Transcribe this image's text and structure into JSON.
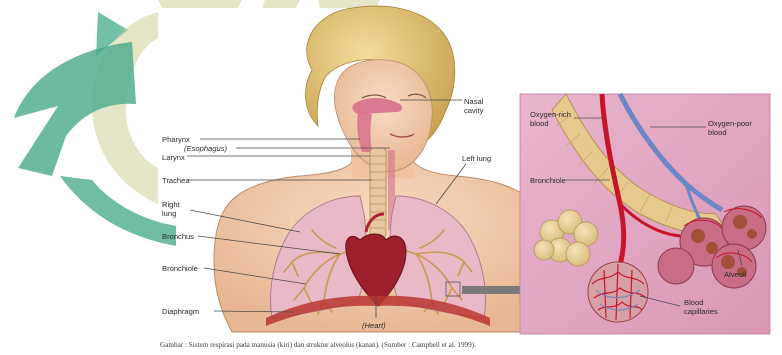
{
  "colors": {
    "watermark_green": "#2f9e7a",
    "watermark_khaki": "#c9c98a",
    "lung": "#e9b9c8",
    "airway": "#c99a52",
    "heart": "#9c1f2e",
    "skin": "#f2c9a7",
    "alveolus_bg": "#e1a8c4",
    "artery": "#c8142a",
    "vein": "#6c86c6"
  },
  "watermark": {
    "icon": "logo-watermark"
  },
  "left_diagram": {
    "labels": {
      "nasal_cavity": [
        "Nasal",
        "cavity"
      ],
      "pharynx": "Pharynx",
      "esophagus": "(Esophagus)",
      "larynx": "Larynx",
      "left_lung": "Left lung",
      "trachea": "Trachea",
      "right_lung": [
        "Right",
        "lung"
      ],
      "bronchus": "Bronchus",
      "bronchiole": "Bronchiole",
      "diaphragm": "Diaphragm",
      "heart": "(Heart)"
    }
  },
  "right_diagram": {
    "labels": {
      "oxygen_rich_blood": [
        "Oxygen-rich",
        "blood"
      ],
      "oxygen_poor_blood": [
        "Oxygen-poor",
        "blood"
      ],
      "bronchiole": "Bronchiole",
      "alveoli": "Alveoli",
      "blood_capillaries": [
        "Blood",
        "capillaries"
      ]
    }
  },
  "caption": "Gambar : Sistem respirasi pada manusia (kiri) dan struktur alveolus (kanan). (Sumber : Campbell et al. 1999)."
}
